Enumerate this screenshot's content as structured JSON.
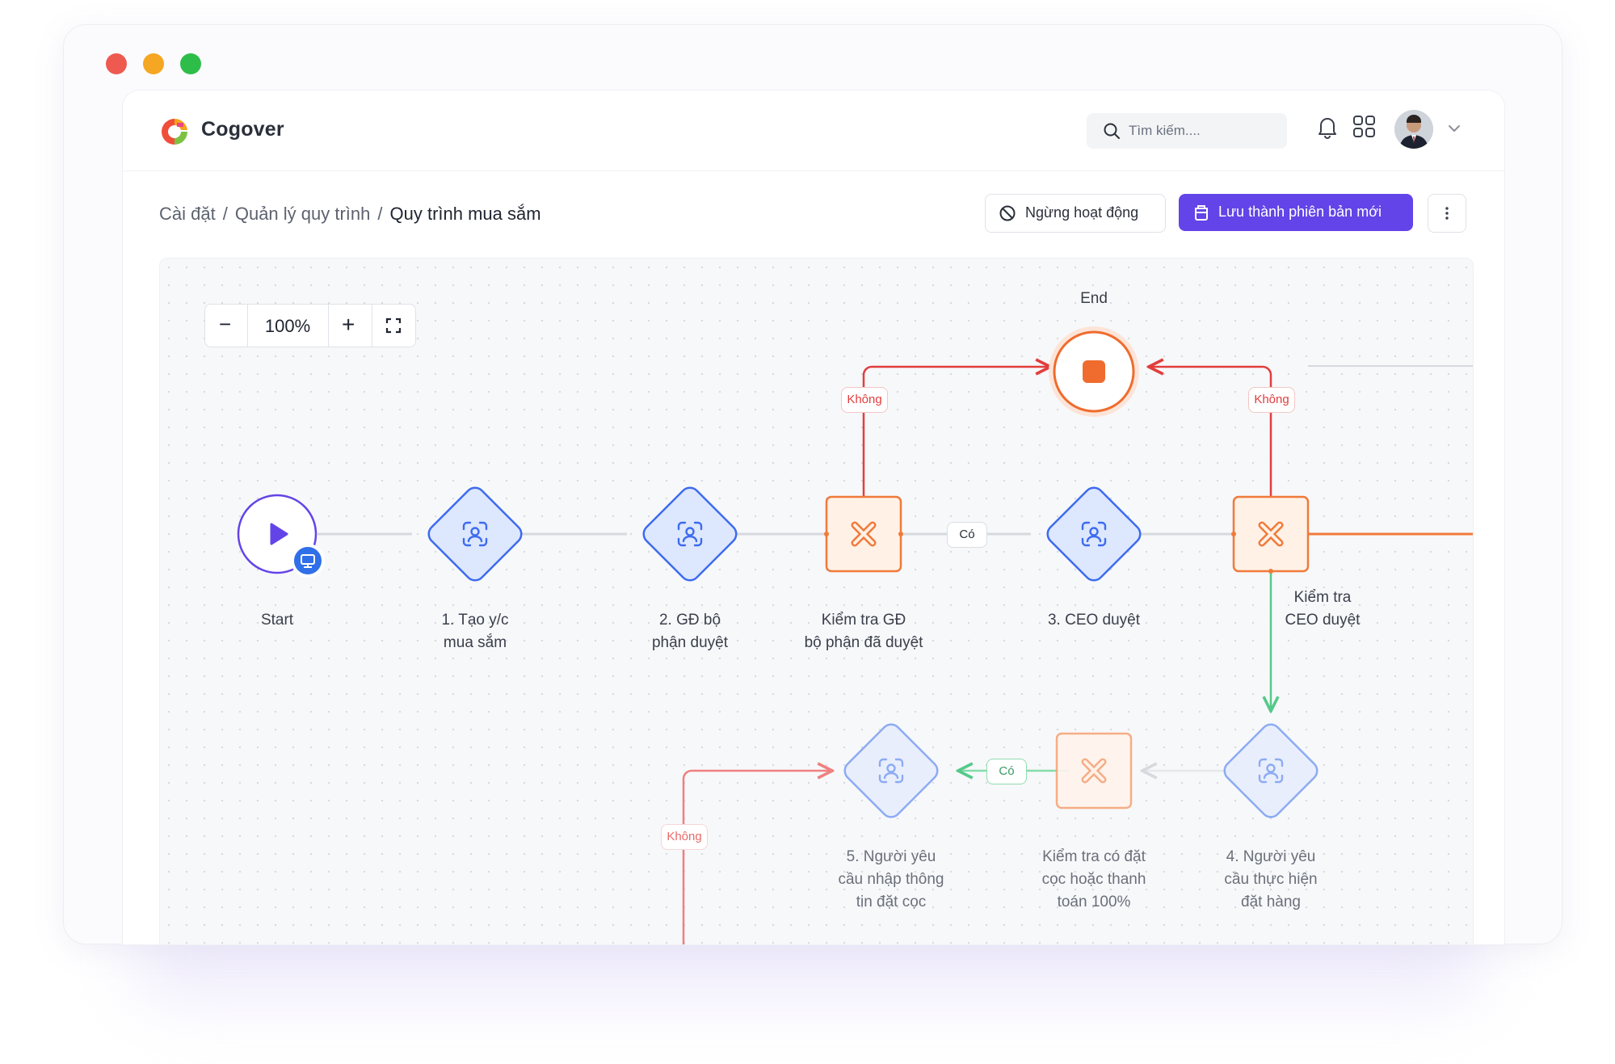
{
  "app": {
    "brand": "Cogover"
  },
  "header": {
    "search_placeholder": "Tìm kiếm...."
  },
  "breadcrumb": {
    "items": [
      "Cài đặt",
      "Quản lý quy trình"
    ],
    "current": "Quy trình mua sắm",
    "separator": "/"
  },
  "actions": {
    "stop_label": "Ngừng hoạt động",
    "save_label": "Lưu thành phiên bản mới"
  },
  "zoom": {
    "value": "100%",
    "minus": "−",
    "plus": "+"
  },
  "nodes": {
    "start": "Start",
    "end": "End",
    "n1": [
      "1. Tạo y/c",
      "mua sắm"
    ],
    "n2": [
      "2. GĐ bộ",
      "phận duyệt"
    ],
    "check_gd": [
      "Kiểm tra GĐ",
      "bộ phận đã duyệt"
    ],
    "n3": "3. CEO duyệt",
    "check_ceo": [
      "Kiểm tra",
      "CEO duyệt"
    ],
    "n4": [
      "4. Người yêu",
      "cầu thực hiện",
      "đặt hàng"
    ],
    "check_deposit": [
      "Kiểm tra có đặt",
      "cọc hoặc thanh",
      "toán 100%"
    ],
    "n5": [
      "5. Người yêu",
      "cầu nhập thông",
      "tin đặt cọc"
    ]
  },
  "edge_labels": {
    "no": "Không",
    "yes": "Có"
  },
  "colors": {
    "accent": "#6344e8",
    "approval_blue": "#3d6bf0",
    "condition_orange": "#f07a3a",
    "end_orange": "#ef6c2e",
    "no_red": "#e23d3d",
    "yes_green": "#55c98a"
  }
}
